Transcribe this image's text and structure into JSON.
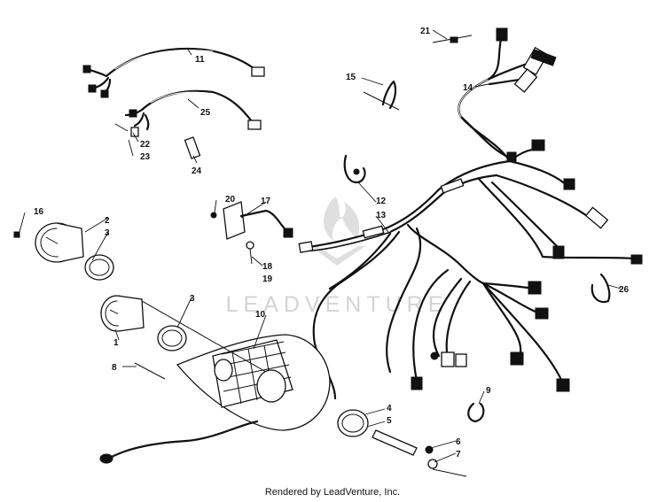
{
  "diagram": {
    "callouts": {
      "c1": "1",
      "c2": "2",
      "c3a": "3",
      "c3b": "3",
      "c4": "4",
      "c5": "5",
      "c6": "6",
      "c7": "7",
      "c8": "8",
      "c9": "9",
      "c10": "10",
      "c11": "11",
      "c12": "12",
      "c13": "13",
      "c14": "14",
      "c15": "15",
      "c16": "16",
      "c17": "17",
      "c18": "18",
      "c19": "19",
      "c20": "20",
      "c21": "21",
      "c22": "22",
      "c23": "23",
      "c24": "24",
      "c25": "25",
      "c26": "26"
    },
    "watermark": "LEADVENTURE"
  },
  "footer": {
    "text": "Rendered by LeadVenture, Inc."
  }
}
